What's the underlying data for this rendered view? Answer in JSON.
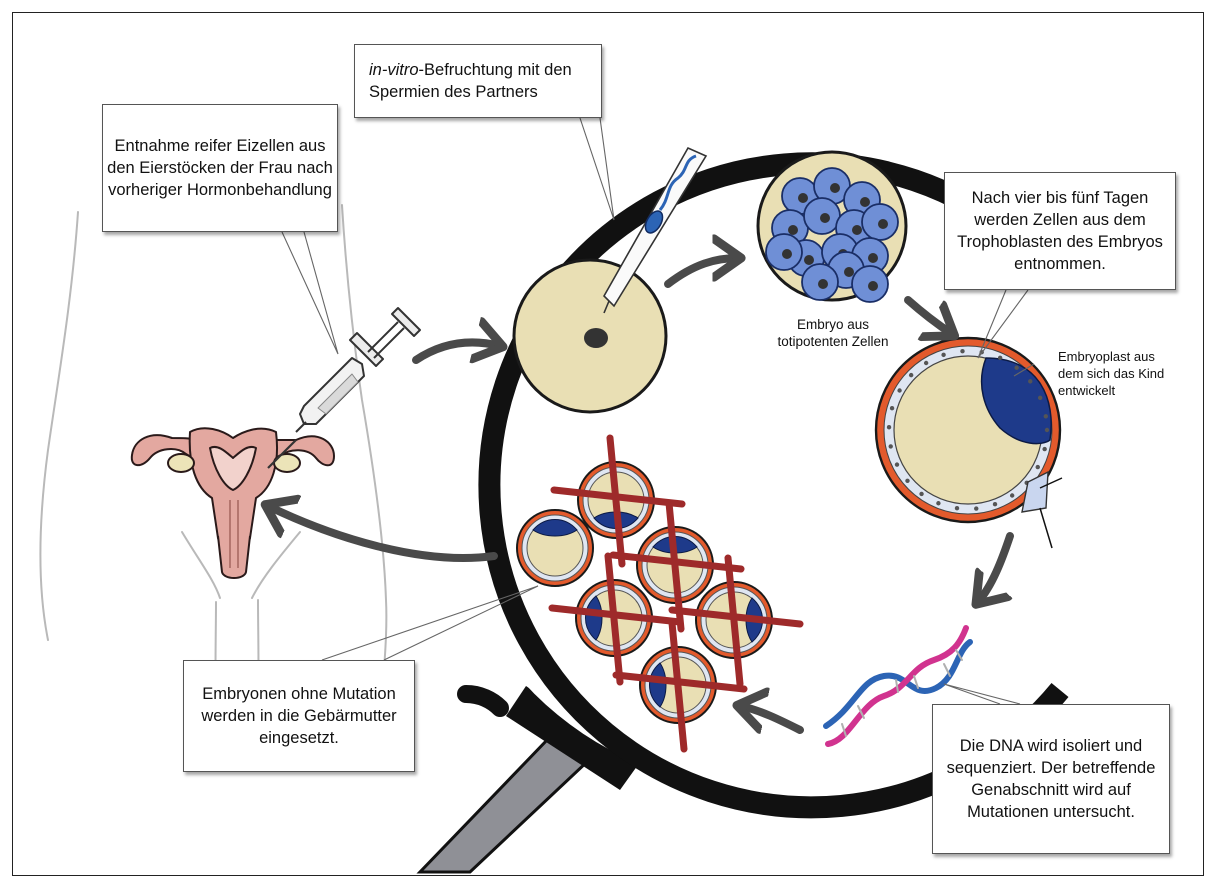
{
  "callouts": {
    "retrieval": "Entnahme reifer Eizellen aus den Eierstöcken der Frau nach vorheriger Hormonbehandlung",
    "ivf_italic": "in-vitro",
    "ivf_rest": "-Befruchtung mit den Spermien des Partners",
    "biopsy": "Nach vier bis fünf Tagen werden Zellen aus dem Trophoblasten des Embryos entnommen.",
    "transfer": "Embryonen ohne Mutation werden in die Gebärmutter eingesetzt.",
    "sequencing": "Die DNA wird isoliert und sequenziert. Der betreffende Genabschnitt wird auf Mutationen untersucht."
  },
  "labels": {
    "totipotent": "Embryo aus totipotenten Zellen",
    "embryoblast": "Embryoplast aus dem sich das Kind entwickelt"
  },
  "colors": {
    "lens_rim": "#111111",
    "egg_fill": "#e9dfb4",
    "cell_blue": "#6f8fd6",
    "trophoblast_red": "#d9562e",
    "embryoblast_blue": "#1e3a8a",
    "cross_red": "#9e2a2a",
    "uterus_pink": "#e3a8a0",
    "dna_pink": "#d1338f",
    "dna_blue": "#2c64b5",
    "handle_gray": "#8f9096",
    "arrow_gray": "#4a4a4a"
  }
}
